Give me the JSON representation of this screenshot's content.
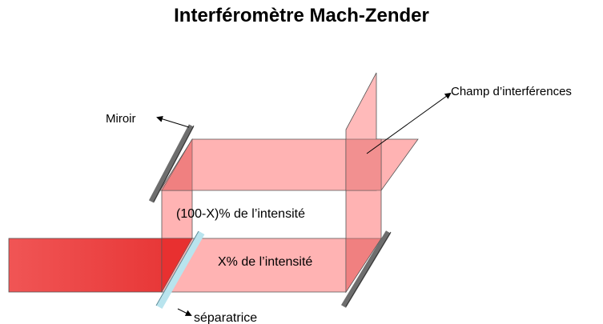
{
  "title": "Interféromètre Mach-Zender",
  "labels": {
    "miroir": "Miroir",
    "champ": "Champ d’interférences",
    "upper_intensity": "(100-X)% de l’intensité",
    "lower_intensity": "X% de l’intensité",
    "separatrice": "séparatrice"
  },
  "colors": {
    "beam_light": "#ffb3b3",
    "beam_dark": "#f07a7a",
    "input_beam": "#ee4b4b",
    "mirror": "#707070",
    "splitter": "#b9e4ee"
  }
}
